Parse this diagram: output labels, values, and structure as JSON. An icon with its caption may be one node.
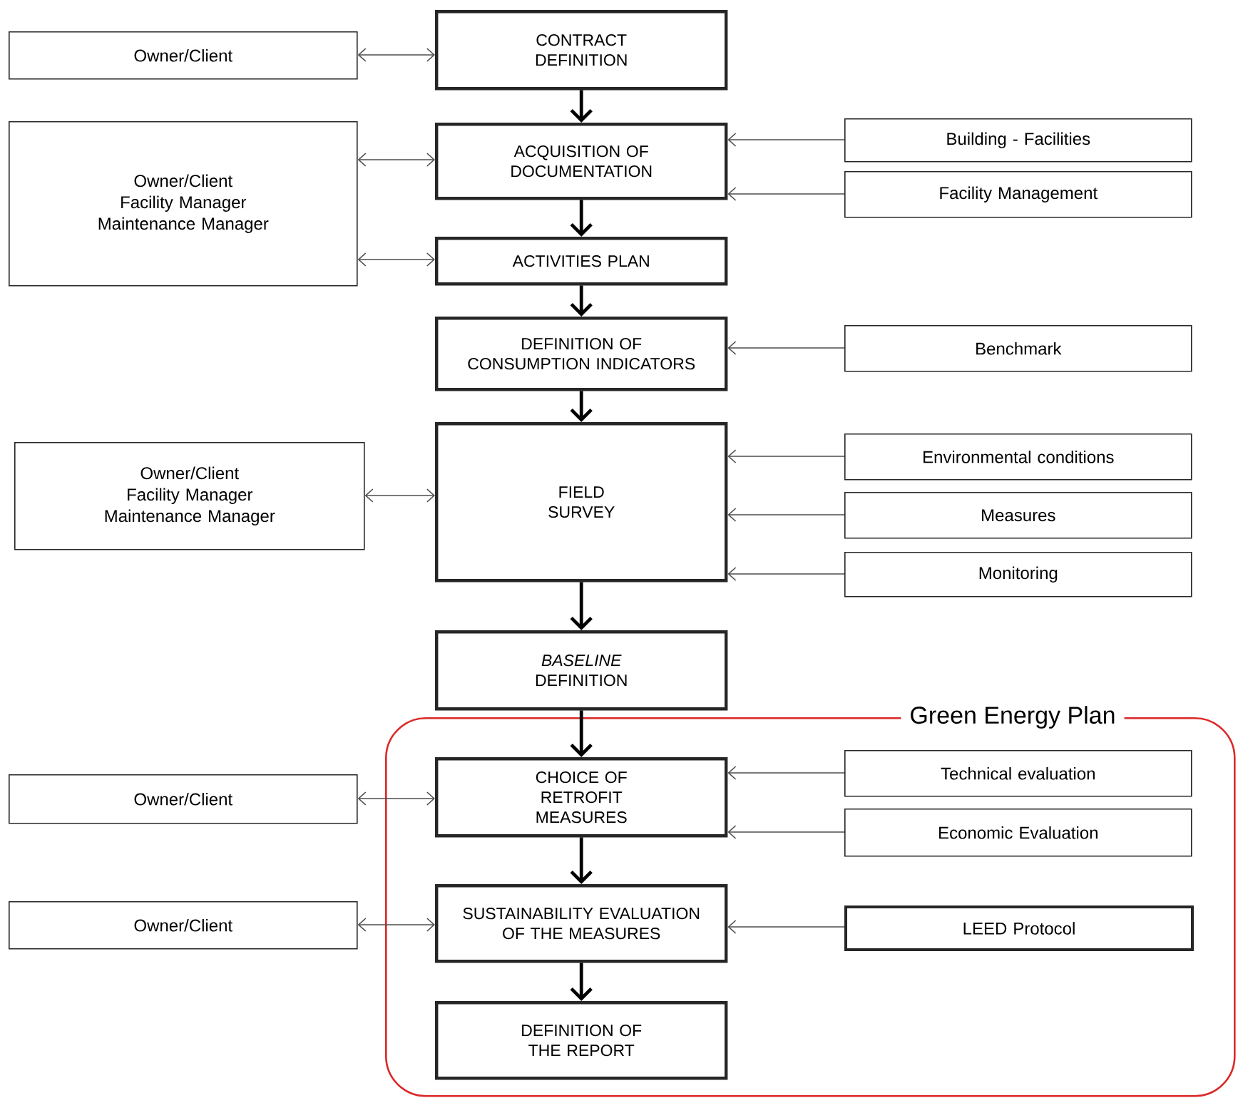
{
  "diagram": {
    "nodes": [
      {
        "text": [
          "Owner/Client"
        ]
      },
      {
        "text": [
          "CONTRACT DEFINITION"
        ]
      },
      {
        "text": [
          "Owner/Client Facility Manager Maintenance Manager"
        ]
      },
      {
        "text": [
          "ACQUISITION OF DOCUMENTATION"
        ]
      },
      {
        "text": [
          "Building - Facilities"
        ]
      },
      {
        "text": [
          "Facility Management"
        ]
      },
      {
        "text": [
          "ACTIVITIES PLAN"
        ]
      },
      {
        "text": [
          "DEFINITION OF CONSUMPTION INDICATORS"
        ]
      },
      {
        "text": [
          "Benchmark"
        ]
      },
      {
        "text": [
          "Owner/Client Facility Manager Maintenance Manager"
        ]
      },
      {
        "text": [
          "FIELD SURVEY"
        ]
      },
      {
        "text": [
          "Environmental conditions"
        ]
      },
      {
        "text": [
          "Measures"
        ]
      },
      {
        "text": [
          "Monitoring"
        ]
      },
      {
        "text": [
          "*BASELINE* DEFINITION"
        ]
      },
      {
        "text": [
          "Green Energy Plan"
        ]
      },
      {
        "text": [
          "Owner/Client"
        ]
      },
      {
        "text": [
          "CHOICE OF RETROFIT MEASURES"
        ],
        "in": 15
      },
      {
        "text": [
          "Technical evaluation"
        ],
        "in": 15
      },
      {
        "text": [
          "Economic Evaluation"
        ],
        "in": 15
      },
      {
        "text": [
          "Owner/Client"
        ]
      },
      {
        "text": [
          "SUSTAINABILITY EVALUATION OF THE MEASURES"
        ],
        "in": 15
      },
      {
        "text": [
          "LEED Protocol"
        ],
        "in": 15
      },
      {
        "text": [
          "DEFINITION OF THE REPORT"
        ],
        "in": 15
      }
    ],
    "edges": [
      {
        "from": 0,
        "to": 1,
        "arrow": "both"
      },
      {
        "from": 1,
        "to": 3,
        "arrow": "to",
        "style": "thick"
      },
      {
        "from": 2,
        "to": 3,
        "arrow": "both"
      },
      {
        "from": 4,
        "to": 3,
        "arrow": "to"
      },
      {
        "from": 5,
        "to": 3,
        "arrow": "to"
      },
      {
        "from": 3,
        "to": 6,
        "arrow": "to",
        "style": "thick"
      },
      {
        "from": 2,
        "to": 6,
        "arrow": "both"
      },
      {
        "from": 6,
        "to": 7,
        "arrow": "to",
        "style": "thick"
      },
      {
        "from": 8,
        "to": 7,
        "arrow": "to"
      },
      {
        "from": 7,
        "to": 10,
        "arrow": "to",
        "style": "thick"
      },
      {
        "from": 9,
        "to": 10,
        "arrow": "both"
      },
      {
        "from": 11,
        "to": 10,
        "arrow": "to"
      },
      {
        "from": 12,
        "to": 10,
        "arrow": "to"
      },
      {
        "from": 13,
        "to": 10,
        "arrow": "to"
      },
      {
        "from": 10,
        "to": 14,
        "arrow": "to",
        "style": "thick"
      },
      {
        "from": 14,
        "to": 17,
        "arrow": "to",
        "style": "thick"
      },
      {
        "from": 16,
        "to": 17,
        "arrow": "both"
      },
      {
        "from": 18,
        "to": 17,
        "arrow": "to"
      },
      {
        "from": 19,
        "to": 17,
        "arrow": "to"
      },
      {
        "from": 17,
        "to": 21,
        "arrow": "to",
        "style": "thick"
      },
      {
        "from": 20,
        "to": 21,
        "arrow": "both"
      },
      {
        "from": 22,
        "to": 21,
        "arrow": "to"
      },
      {
        "from": 21,
        "to": 23,
        "arrow": "to",
        "style": "thick"
      }
    ]
  }
}
